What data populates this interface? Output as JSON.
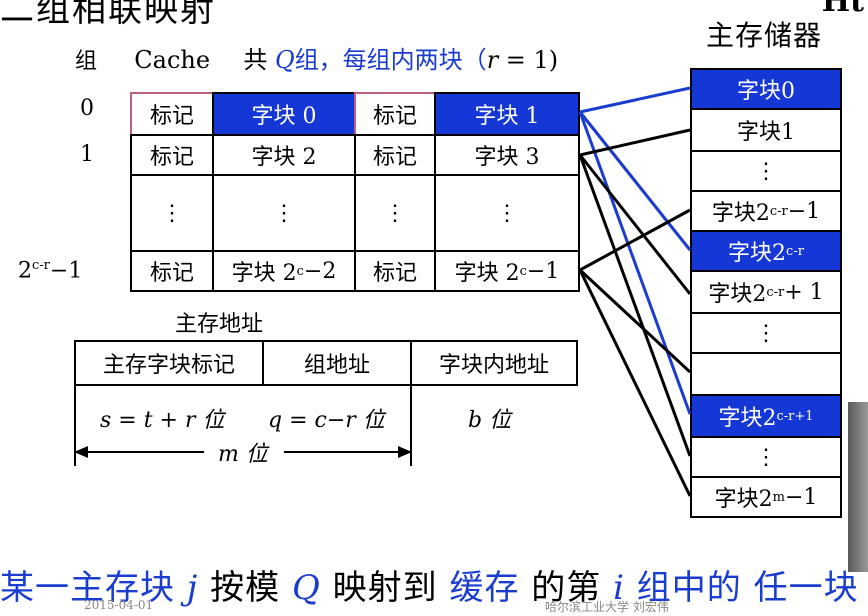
{
  "top_title": "二组相联映射",
  "corner_text": "Ht",
  "memory_title": "主存储器",
  "header": {
    "group_label": "组",
    "cache_label": "Cache",
    "total_prefix": "共",
    "q_symbol": "Q",
    "groups_text": "组，每组内两块（",
    "r_symbol": "r",
    "r_value": " = 1)"
  },
  "row_labels": [
    "0",
    "1",
    "2",
    "−1"
  ],
  "cache_rows": [
    {
      "tag1": "标记",
      "block1": "字块 0",
      "tag2": "标记",
      "block2": "字块 1"
    },
    {
      "tag1": "标记",
      "block1": "字块 2",
      "tag2": "标记",
      "block2": "字块 3"
    },
    {
      "tag1": "⋮",
      "block1": "⋮",
      "tag2": "⋮",
      "block2": "⋮"
    },
    {
      "tag1": "标记",
      "block1": "字块 2",
      "block1_sup": "c",
      "block1_tail": "−2",
      "tag2": "标记",
      "block2": "字块 2",
      "block2_sup": "c",
      "block2_tail": "−1"
    }
  ],
  "row_label_sup": "c-r",
  "memory_blocks": [
    {
      "text": "字块0",
      "sup": "",
      "tail": ""
    },
    {
      "text": "字块1",
      "sup": "",
      "tail": ""
    },
    {
      "text": "⋮",
      "sup": "",
      "tail": ""
    },
    {
      "text": "字块2",
      "sup": "c-r",
      "tail": " −1"
    },
    {
      "text": "字块2",
      "sup": "c-r",
      "tail": ""
    },
    {
      "text": "字块2",
      "sup": "c-r",
      "tail": " + 1"
    },
    {
      "text": "⋮",
      "sup": "",
      "tail": ""
    },
    {
      "text": "",
      "sup": "",
      "tail": ""
    },
    {
      "text": "字块2",
      "sup": "c-r+1",
      "tail": ""
    },
    {
      "text": "⋮",
      "sup": "",
      "tail": ""
    },
    {
      "text": "字块2",
      "sup": "m",
      "tail": "−1"
    }
  ],
  "address": {
    "label": "主存地址",
    "fields": [
      "主存字块标记",
      "组地址",
      "字块内地址"
    ],
    "bits_s": "s = t + r  位",
    "bits_q": "q = c−r 位",
    "bits_b": "b 位",
    "bits_m": "m 位"
  },
  "bottom_line": {
    "p1": "某一主存块",
    "j": " j ",
    "p2": "按模",
    "q": " Q ",
    "p3": "映射到",
    "cache": " 缓存 ",
    "p4": "的第",
    "i": " i ",
    "p5": "组中的",
    "p6": " 任一块"
  },
  "footer": {
    "date": "2015-04-01",
    "school": "哈尔滨工业大学  刘宏伟"
  },
  "colors": {
    "block_blue": "#1537d6",
    "line_blue": "#1a3ccf"
  }
}
